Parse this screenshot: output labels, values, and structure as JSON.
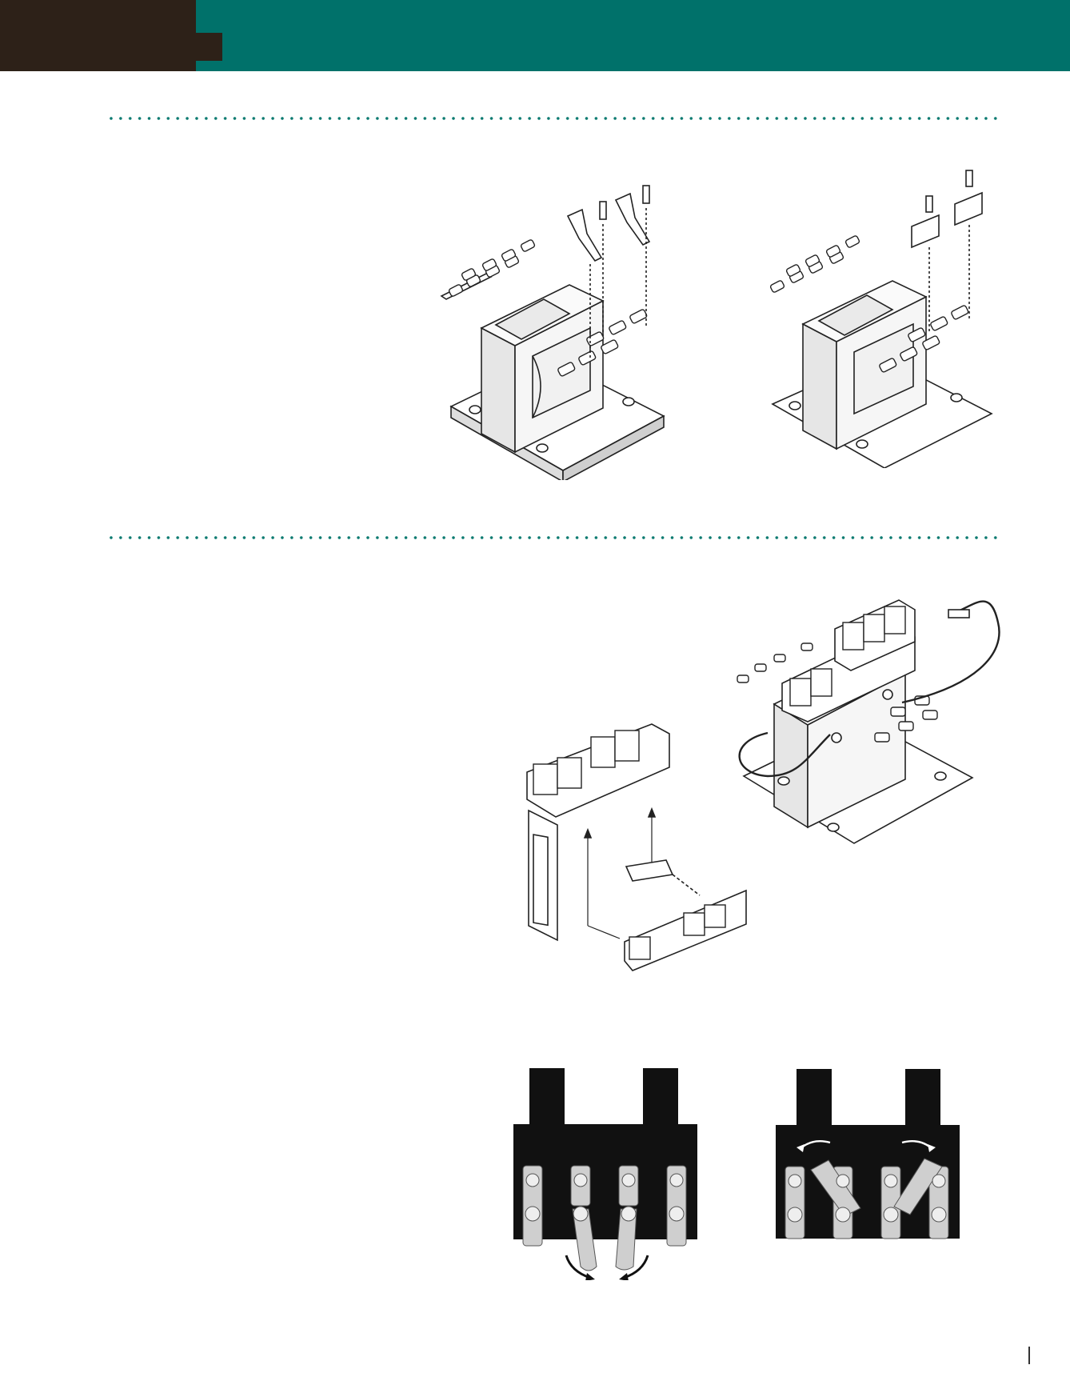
{
  "colors": {
    "header_teal": "#00716a",
    "brand_brown": "#2d2118",
    "divider_dot": "#0b7a70",
    "terminal_board_black": "#111111"
  },
  "figures": [
    {
      "name": "transformer-with-offset-terminal-links",
      "type": "line-drawing"
    },
    {
      "name": "transformer-with-clip-terminals",
      "type": "line-drawing"
    },
    {
      "name": "terminal-board-exploded-assembly",
      "type": "line-drawing"
    },
    {
      "name": "transformer-with-ground-lead",
      "type": "line-drawing"
    },
    {
      "name": "terminal-board-links-swung-inward",
      "type": "photo"
    },
    {
      "name": "terminal-board-links-swung-outward",
      "type": "photo"
    }
  ]
}
